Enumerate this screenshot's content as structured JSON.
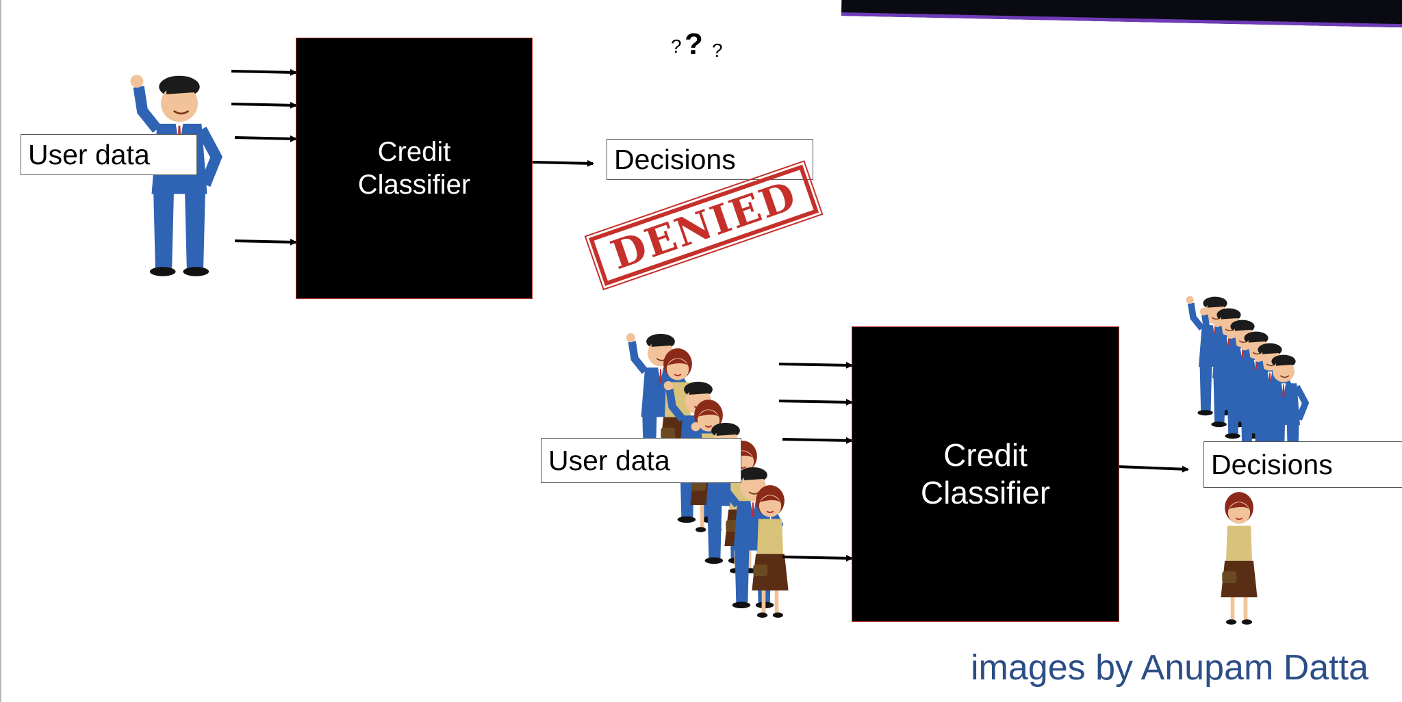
{
  "top": {
    "input_label": "User data",
    "classifier_line1": "Credit",
    "classifier_line2": "Classifier",
    "output_label": "Decisions",
    "question_marks": [
      "?",
      "?",
      "?"
    ]
  },
  "bottom": {
    "input_label": "User data",
    "classifier_line1": "Credit",
    "classifier_line2": "Classifier",
    "output_label": "Decisions"
  },
  "stamp": "DENIED",
  "credit": "images by Anupam Datta",
  "colors": {
    "suit": "#2f63b4",
    "skin": "#f2c39a",
    "hair_man": "#1b1b1b",
    "hair_woman": "#8c2a1a",
    "blouse": "#d9c37a",
    "skirt": "#5a2e14",
    "stamp": "#c5302b",
    "credit": "#2b4e86"
  }
}
